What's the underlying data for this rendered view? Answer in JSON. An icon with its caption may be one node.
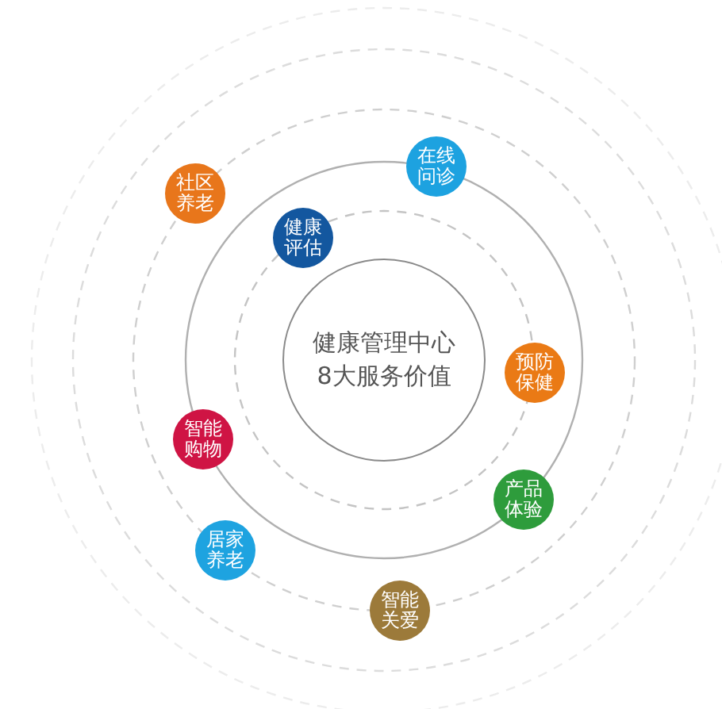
{
  "diagram": {
    "nodes": [
      {
        "text": [
          "健康管理中心8大服务价值"
        ]
      },
      {
        "text": [
          "在线问诊"
        ]
      },
      {
        "text": [
          "社区养老"
        ]
      },
      {
        "text": [
          "健康评估"
        ]
      },
      {
        "text": [
          "预防保健"
        ]
      },
      {
        "text": [
          "智能购物"
        ]
      },
      {
        "text": [
          "产品体验"
        ]
      },
      {
        "text": [
          "居家养老"
        ]
      },
      {
        "text": [
          "智能关爱"
        ]
      }
    ]
  }
}
